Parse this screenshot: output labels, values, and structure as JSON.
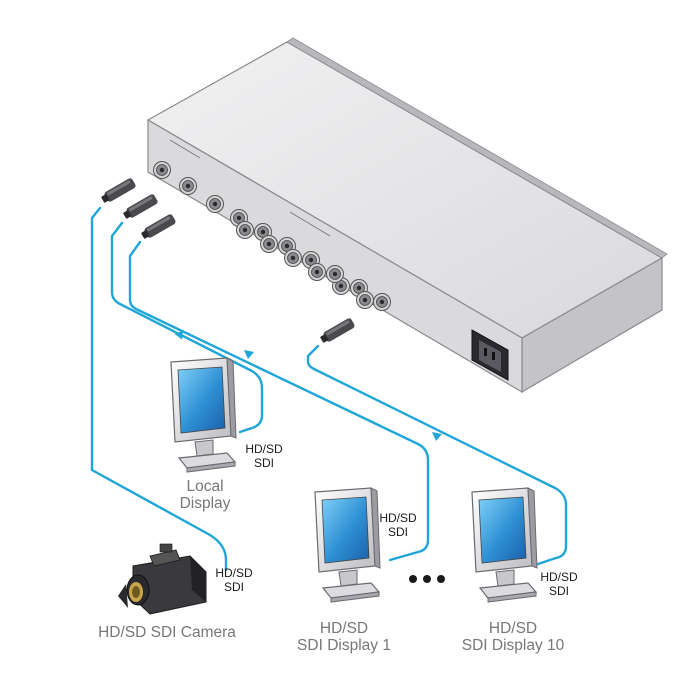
{
  "labels": {
    "hdsd_sdi_local": "HD/SD\nSDI",
    "hdsd_sdi_display1": "HD/SD\nSDI",
    "hdsd_sdi_display10": "HD/SD\nSDI",
    "hdsd_sdi_camera_signal": "HD/SD\nSDI",
    "local_display": "Local\nDisplay",
    "camera": "HD/SD SDI Camera",
    "display_1": "HD/SD\nSDI Display 1",
    "display_10": "HD/SD\nSDI Display 10"
  },
  "colors": {
    "cable": "#1fa6d8",
    "chassis_top": "#e6e6e8",
    "chassis_front": "#c9c9cc",
    "chassis_back": "#d6d6d8",
    "connector": "#3a3a3a",
    "screen": "#2e8fd4"
  },
  "icons": [
    "video-distributor-device",
    "bnc-connector-icon",
    "monitor-icon",
    "video-camera-icon",
    "power-socket-icon"
  ]
}
